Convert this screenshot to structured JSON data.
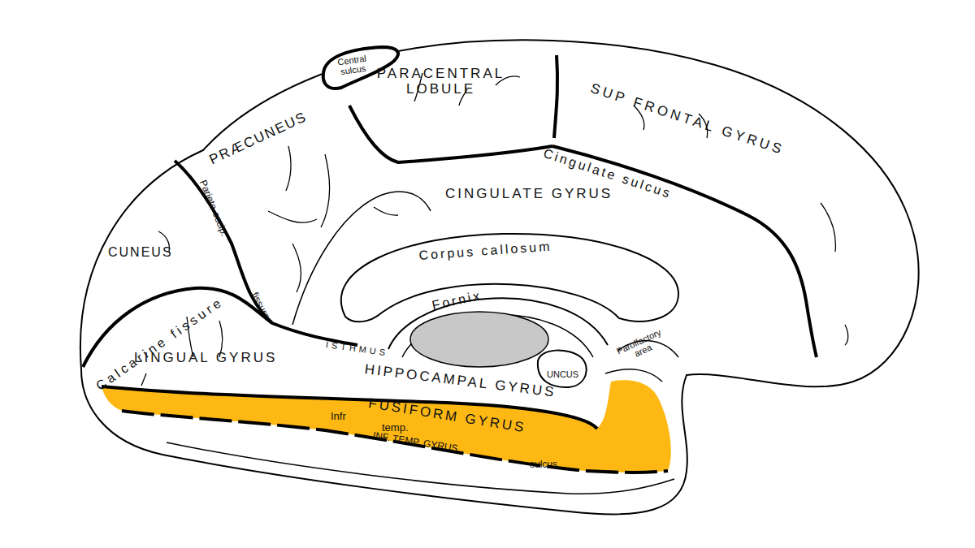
{
  "diagram": {
    "labels": [
      "Central sulcus",
      "PARACENTRAL LOBULE",
      "SUP FRONTAL GYRUS",
      "PRÆCUNEUS",
      "Cingulate sulcus",
      "CINGULATE GYRUS",
      "Corpus callosum",
      "Fornix",
      "Parieto-occip.",
      "fissure",
      "CUNEUS",
      "Calcarine fissure",
      "LINGUAL GYRUS",
      "ISTHMUS",
      "HIPPOCAMPAL GYRUS",
      "UNCUS",
      "Parolfactory area",
      "FUSIFORM GYRUS",
      "Infr",
      "temp.",
      "INF. TEMP. GYRUS",
      "sulcus"
    ]
  }
}
